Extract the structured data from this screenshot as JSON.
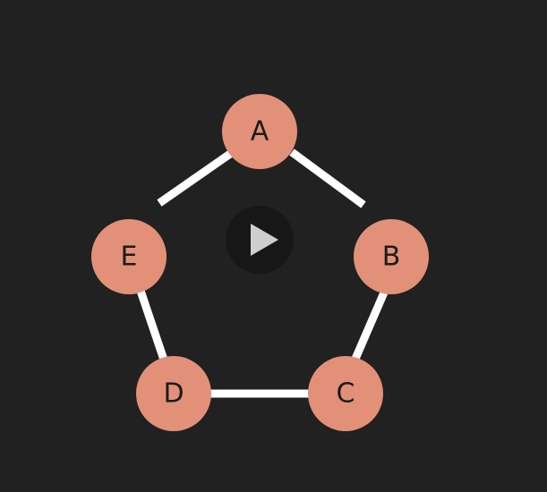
{
  "colors": {
    "background": "#212121",
    "node_fill": "#e29178",
    "edge_stroke": "#ffffff",
    "label_text": "#1b1b1b",
    "play_button_bg": "#151515",
    "play_icon": "#cfcfcf"
  },
  "graph": {
    "nodes": [
      {
        "id": "A",
        "label": "A"
      },
      {
        "id": "B",
        "label": "B"
      },
      {
        "id": "C",
        "label": "C"
      },
      {
        "id": "D",
        "label": "D"
      },
      {
        "id": "E",
        "label": "E"
      }
    ],
    "edges": [
      {
        "from": "A",
        "to": "B"
      },
      {
        "from": "B",
        "to": "C"
      },
      {
        "from": "C",
        "to": "D"
      },
      {
        "from": "D",
        "to": "E"
      },
      {
        "from": "E",
        "to": "A"
      }
    ]
  },
  "play_button": {
    "icon": "play-icon"
  }
}
